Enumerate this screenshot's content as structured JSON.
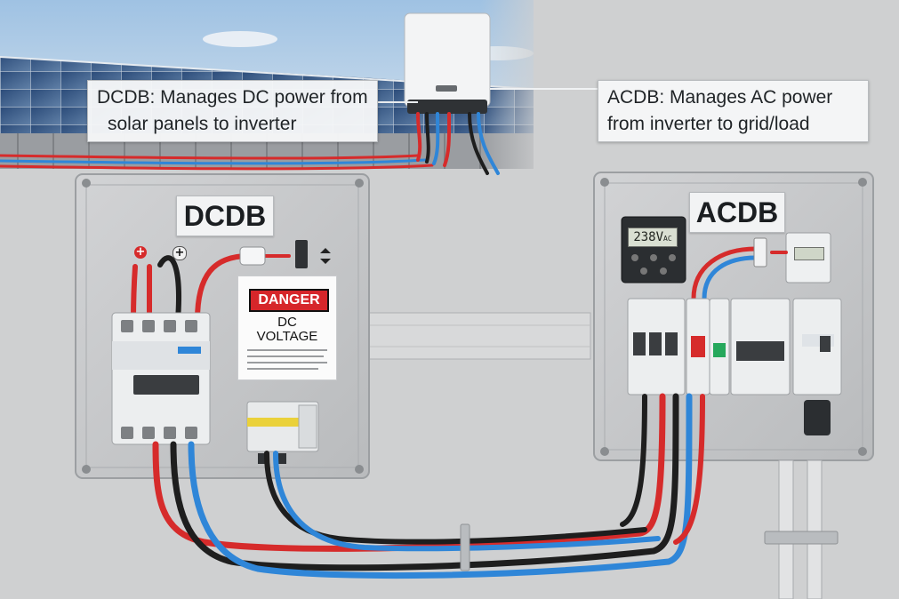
{
  "callouts": {
    "dcdb": [
      "DCDB: Manages DC power from",
      "solar panels to inverter"
    ],
    "acdb": [
      "ACDB: Manages AC power",
      "from inverter to grid/load"
    ]
  },
  "panels": {
    "dcdb_label": "DCDB",
    "acdb_label": "ACDB"
  },
  "warning_sign": {
    "header": "DANGER",
    "line1": "DC",
    "line2": "VOLTAGE"
  },
  "ac_display": {
    "reading": "238V",
    "unit": "AC"
  },
  "polarity": {
    "positive": "+",
    "negative": "+"
  },
  "colors": {
    "wall": "#cfd0d1",
    "enclosure": "#c4c6c8",
    "dc_positive": "#d62b2b",
    "dc_negative": "#1e1e1e",
    "ac_live": "#d62b2b",
    "ac_neutral": "#2f86d8",
    "danger_red": "#d6262a"
  }
}
